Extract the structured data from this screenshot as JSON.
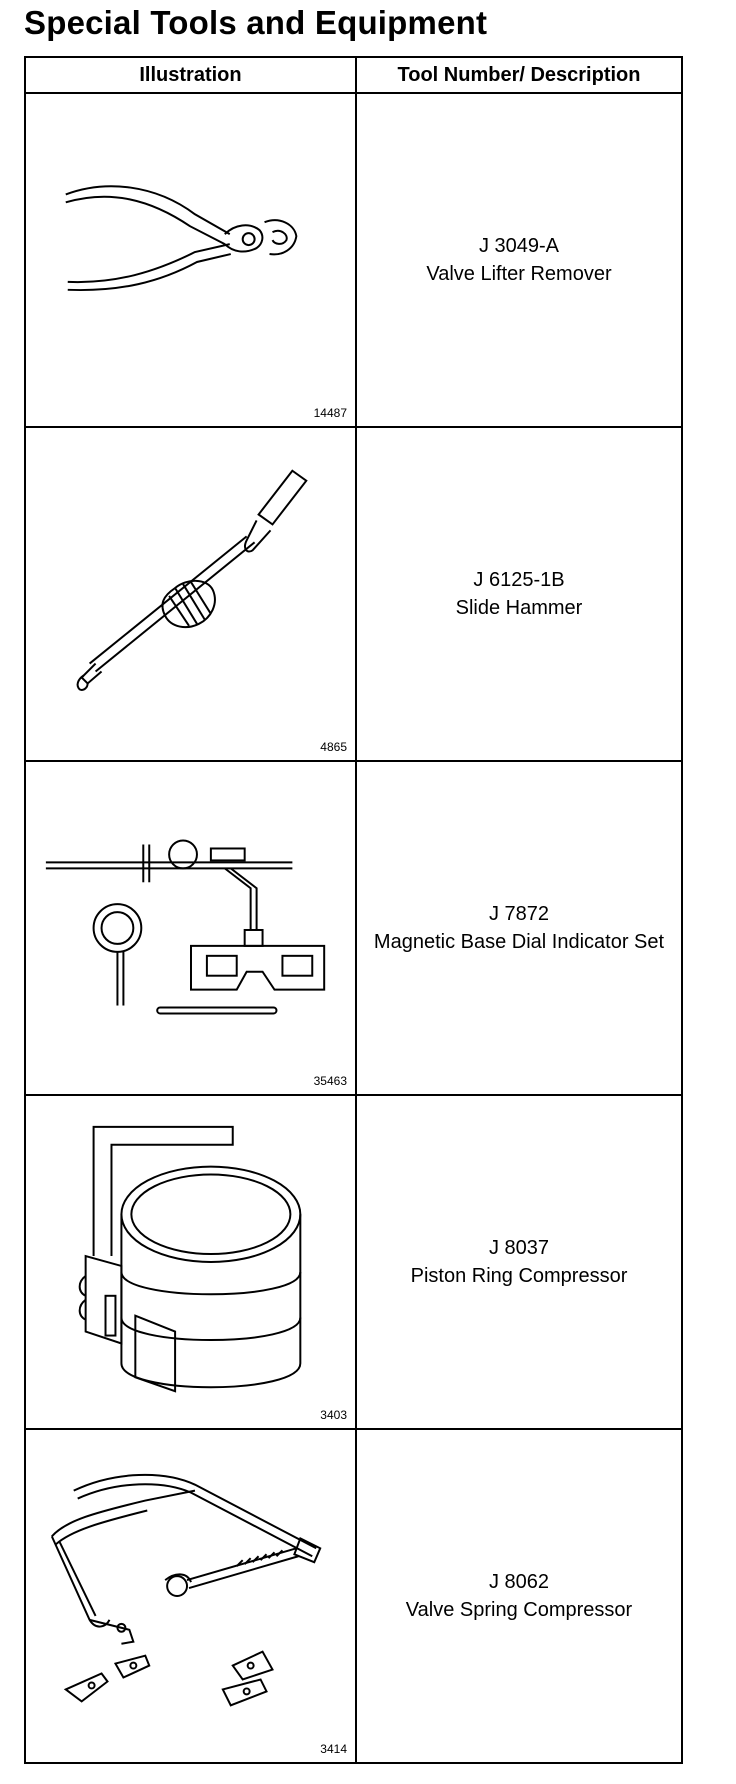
{
  "title": "Special Tools and Equipment",
  "table": {
    "headers": [
      "Illustration",
      "Tool Number/ Description"
    ],
    "rows": [
      {
        "figure": "14487",
        "tool_number": "J 3049-A",
        "description": "Valve Lifter Remover",
        "illustration": "valve-lifter-remover-icon"
      },
      {
        "figure": "4865",
        "tool_number": "J 6125-1B",
        "description": "Slide Hammer",
        "illustration": "slide-hammer-icon"
      },
      {
        "figure": "35463",
        "tool_number": "J 7872",
        "description": "Magnetic Base Dial Indicator Set",
        "illustration": "dial-indicator-icon"
      },
      {
        "figure": "3403",
        "tool_number": "J 8037",
        "description": "Piston Ring Compressor",
        "illustration": "piston-ring-compressor-icon"
      },
      {
        "figure": "3414",
        "tool_number": "J 8062",
        "description": "Valve Spring Compressor",
        "illustration": "valve-spring-compressor-icon"
      }
    ]
  }
}
